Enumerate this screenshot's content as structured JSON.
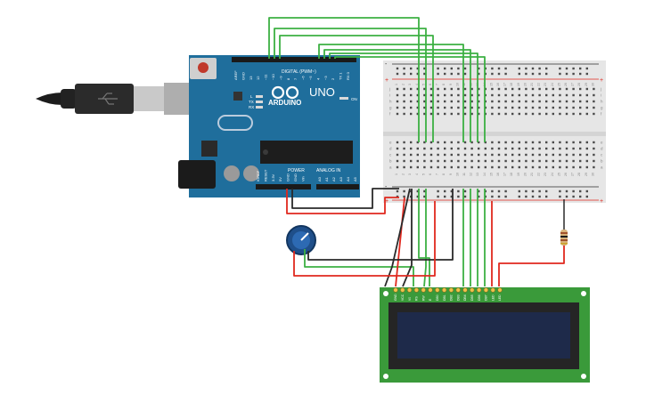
{
  "arduino": {
    "logo_text": "ARDUINO",
    "model": "UNO",
    "digital_label": "DIGITAL (PWM~)",
    "analog_label": "ANALOG IN",
    "power_label": "POWER",
    "tx_label": "TX",
    "rx_label": "RX",
    "l_label": "L",
    "on_label": "ON",
    "digital_pins": [
      "AREF",
      "GND",
      "13",
      "12",
      "~11",
      "~10",
      "~9",
      "8",
      "7",
      "~6",
      "~5",
      "4",
      "~3",
      "2",
      "TX 1",
      "RX 0"
    ],
    "power_pins": [
      "IOREF",
      "RESET",
      "3.3V",
      "5V",
      "GND",
      "GND",
      "Vin"
    ],
    "analog_pins": [
      "A0",
      "A1",
      "A2",
      "A3",
      "A4",
      "A5"
    ]
  },
  "breadboard": {
    "columns": 30,
    "row_letters_top": [
      "j",
      "i",
      "h",
      "g",
      "f"
    ],
    "row_letters_bottom": [
      "e",
      "d",
      "c",
      "b",
      "a"
    ],
    "column_numbers": [
      "1",
      "2",
      "3",
      "4",
      "5",
      "6",
      "7",
      "8",
      "9",
      "10",
      "11",
      "12",
      "13",
      "14",
      "15",
      "16",
      "17",
      "18",
      "19",
      "20",
      "21",
      "22",
      "23",
      "24",
      "25",
      "26",
      "27",
      "28",
      "29",
      "30"
    ],
    "rail_minus": "-",
    "rail_plus": "+"
  },
  "lcd": {
    "pins": [
      "GND",
      "VCC",
      "V0",
      "RS",
      "RW",
      "E",
      "DB0",
      "DB1",
      "DB2",
      "DB3",
      "DB4",
      "DB5",
      "DB6",
      "DB7",
      "LED",
      "LED"
    ]
  },
  "components": [
    "potentiometer",
    "resistor",
    "usb-cable"
  ],
  "colors": {
    "board": "#1f6e9c",
    "breadboard": "#e6e6e6",
    "lcd_pcb": "#3a9a3a",
    "lcd_screen": "#1e2a4a",
    "wire_green": "#3cb043",
    "wire_red": "#e0281e",
    "wire_black": "#2a2a2a"
  }
}
